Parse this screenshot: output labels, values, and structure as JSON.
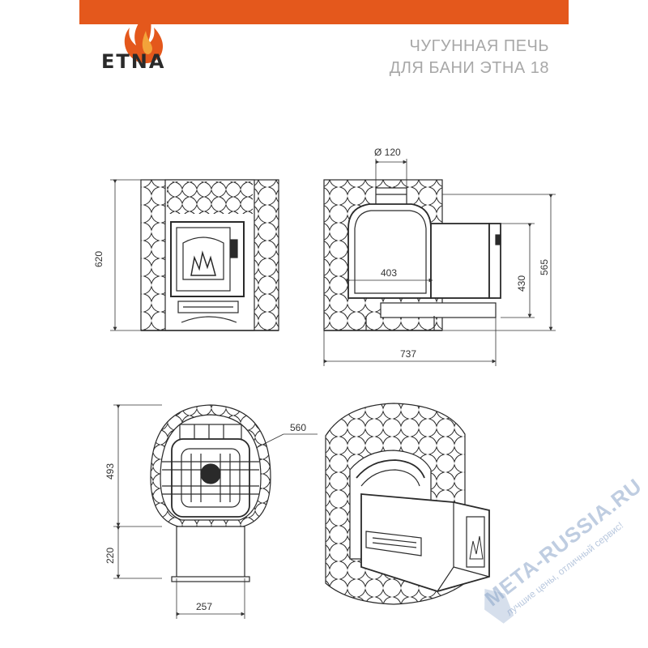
{
  "header": {
    "brand": "ETNA",
    "title_line1": "ЧУГУННАЯ ПЕЧЬ",
    "title_line2": "ДЛЯ БАНИ ЭТНА 18",
    "accent_color": "#e4581c"
  },
  "dimensions": {
    "front_height": "620",
    "flue_diameter": "Ø 120",
    "tank_length": "403",
    "door_height": "430",
    "side_height": "565",
    "side_width": "737",
    "top_width": "560",
    "top_depth": "493",
    "tunnel_length": "220",
    "tunnel_width": "257"
  },
  "watermark": {
    "site": "META-RUSSIA.RU",
    "slogan": "лучшие цены, отличный сервис!"
  },
  "icons": {
    "logo": "flame-icon",
    "watermark": "shield-icon"
  }
}
